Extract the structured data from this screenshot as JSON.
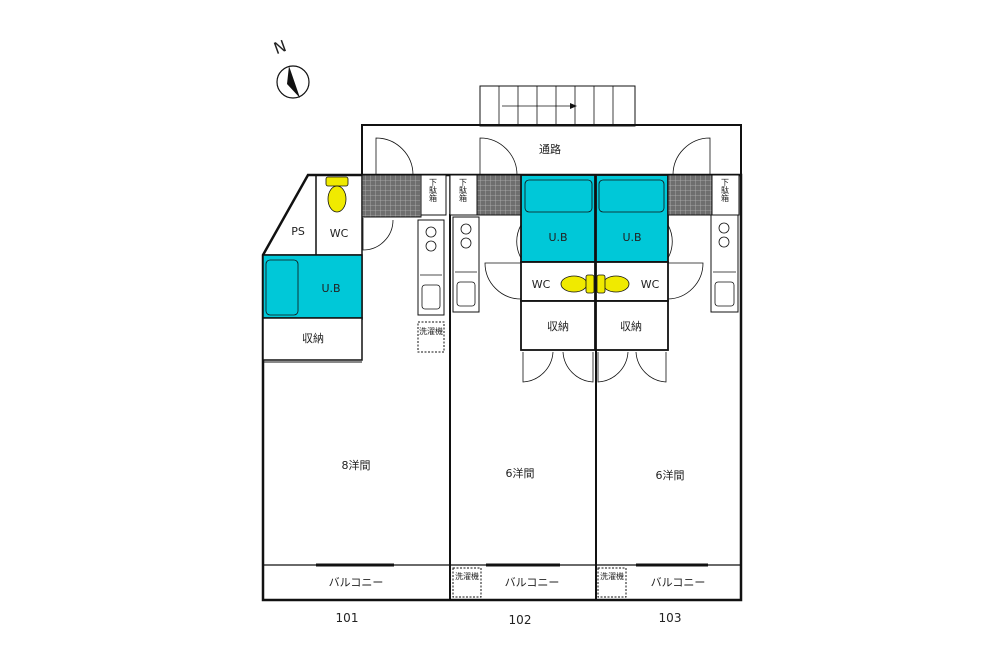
{
  "compass": {
    "label": "N"
  },
  "corridor": {
    "label": "通路"
  },
  "units": [
    {
      "number": "101",
      "room": "8洋間",
      "bath": "U.B",
      "toilet": "WC",
      "pipe_space": "PS",
      "storage": "収納",
      "shoe_box": "下駄箱",
      "washer": "洗濯機",
      "balcony": "バルコニー"
    },
    {
      "number": "102",
      "room": "6洋間",
      "bath": "U.B",
      "toilet": "WC",
      "storage": "収納",
      "shoe_box": "下駄箱",
      "washer": "洗濯機",
      "balcony": "バルコニー"
    },
    {
      "number": "103",
      "room": "6洋間",
      "bath": "U.B",
      "toilet": "WC",
      "storage": "収納",
      "shoe_box": "下駄箱",
      "washer": "洗濯機",
      "balcony": "バルコニー"
    }
  ],
  "colors": {
    "wall": "#111111",
    "bath": "#00c8d8",
    "toilet": "#f0ea00",
    "entrance_tile": "#8a8a8a"
  }
}
